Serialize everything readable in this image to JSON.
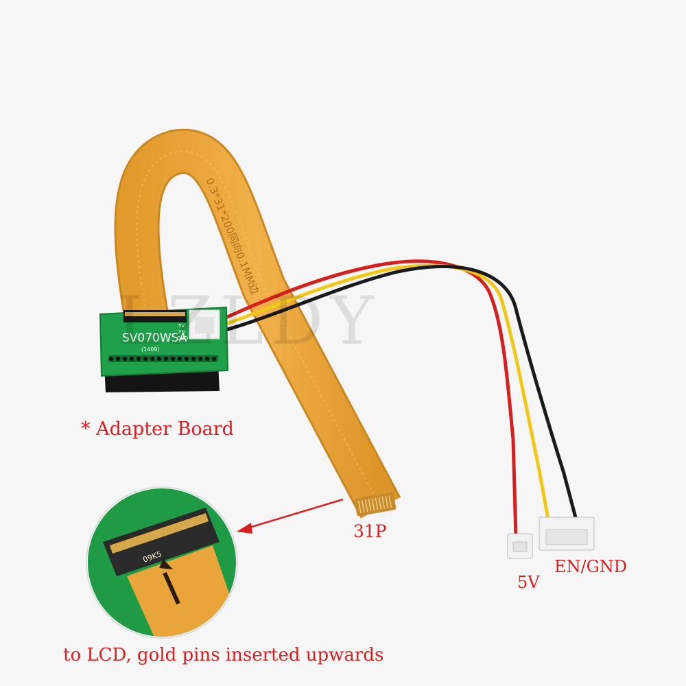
{
  "watermark": "LZLDY",
  "board": {
    "model": "SV070WSA",
    "sub": "(1409)",
    "pin_labels": [
      "5V",
      "EN",
      "GND"
    ]
  },
  "ribbon_marking": "0.3*31*200同向0.1MM边",
  "inset_marking": "09K5",
  "captions": {
    "adapter": "* Adapter Board",
    "lcd": "to LCD, gold pins inserted upwards",
    "connector": "31P",
    "five_v": "5V",
    "en_gnd": "EN/GND"
  },
  "colors": {
    "background": "#f6f6f6",
    "caption": "#d81e1e",
    "pcb": "#1fa04a",
    "ribbon": "#e9a53a",
    "wire_red": "#d61f1f",
    "wire_yellow": "#f2c818",
    "wire_black": "#1a1a1a"
  }
}
